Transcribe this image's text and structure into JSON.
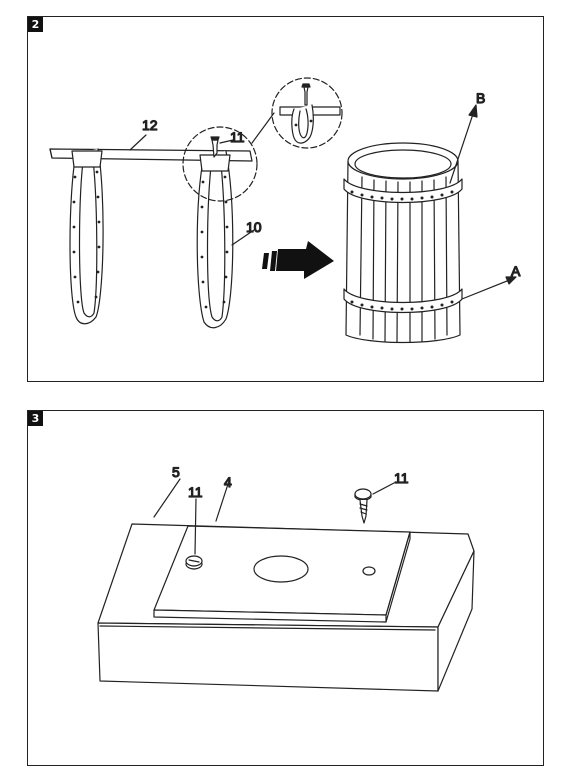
{
  "step2": {
    "badge": "2",
    "labels": {
      "rod": "12",
      "screw": "11",
      "strap": "10",
      "top": "B",
      "bottom": "A"
    }
  },
  "step3": {
    "badge": "3",
    "labels": {
      "base": "5",
      "screw_left": "11",
      "plate": "4",
      "screw_right": "11"
    }
  }
}
